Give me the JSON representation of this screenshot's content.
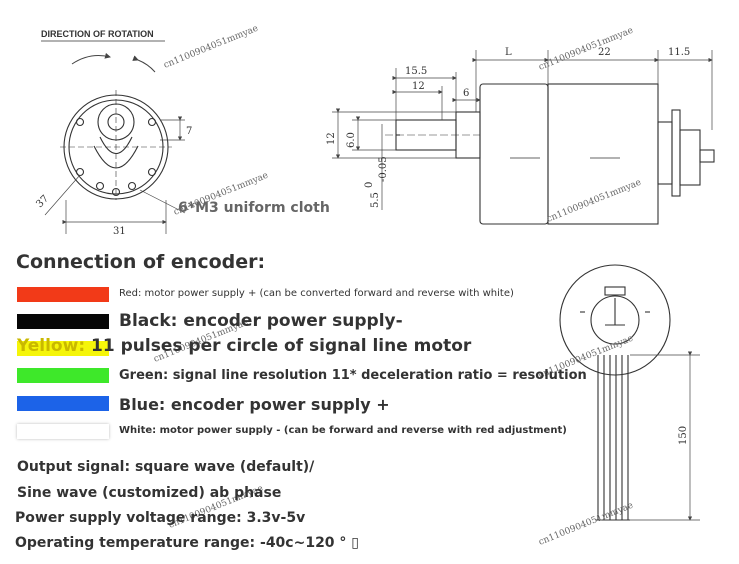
{
  "drawing": {
    "rotation_title": "DIRECTION OF ROTATION",
    "mount_note": "6*M3 uniform cloth",
    "dims": {
      "d37": "37",
      "d31": "31",
      "d7": "7",
      "L": "L",
      "d22": "22",
      "d11_5": "11.5",
      "d15_5": "15.5",
      "d12_top": "12",
      "d6": "6",
      "d12_side": "12",
      "d6_0": "6.0",
      "d5_5": "5.5",
      "tol_upper": "0",
      "tol_lower": "-0.05",
      "d150": "150"
    },
    "watermark": "cn1100904051mmyae"
  },
  "encoder": {
    "heading": "Connection of encoder:",
    "wires": [
      {
        "color": "#f23a18",
        "prefix": "",
        "text": "Red: motor power supply + (can be converted forward and reverse with white)"
      },
      {
        "color": "#060606",
        "prefix": "",
        "text": "Black: encoder power supply-"
      },
      {
        "color": "#f5f50a",
        "prefix": "Yellow: ",
        "text": "11 pulses per circle of signal line motor"
      },
      {
        "color": "#3ee82a",
        "prefix": "",
        "text": "Green: signal line resolution 11* deceleration ratio = resolution"
      },
      {
        "color": "#1c63e8",
        "prefix": "",
        "text": "Blue: encoder power supply +"
      },
      {
        "color": "#ffffff",
        "prefix": "",
        "text": "White: motor power supply - (can be forward and reverse with red adjustment)"
      }
    ]
  },
  "specs": [
    "Output signal: square wave (default)/",
    "Sine wave (customized) ab phase",
    "Power supply voltage range: 3.3v-5v",
    "Operating temperature range: -40c~120 ° ▯"
  ]
}
